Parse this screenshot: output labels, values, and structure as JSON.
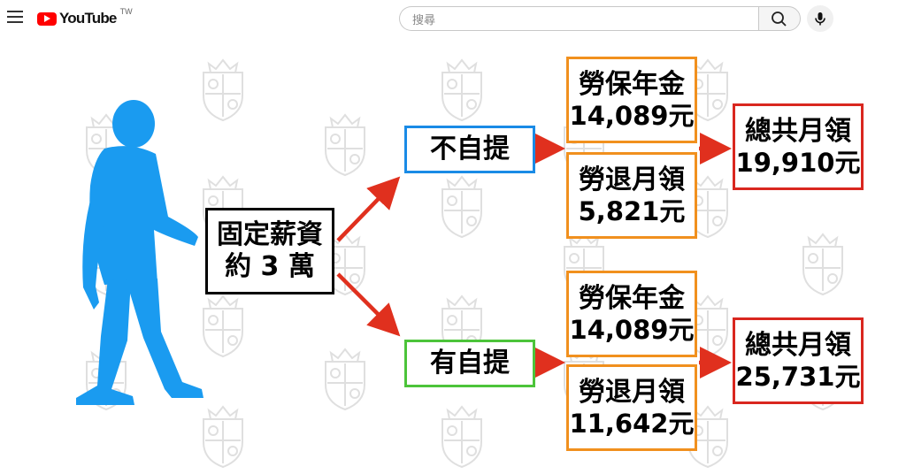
{
  "header": {
    "brand": "YouTube",
    "region": "TW",
    "search_placeholder": "搜尋"
  },
  "diagram": {
    "source": {
      "line1": "固定薪資",
      "line2": "約 3 萬"
    },
    "branches": [
      {
        "option": "不自提",
        "pension": {
          "label": "勞保年金",
          "value": "14,089元"
        },
        "retirement": {
          "label": "勞退月領",
          "value": "5,821元"
        },
        "total": {
          "label": "總共月領",
          "value": "19,910元"
        }
      },
      {
        "option": "有自提",
        "pension": {
          "label": "勞保年金",
          "value": "14,089元"
        },
        "retirement": {
          "label": "勞退月領",
          "value": "11,642元"
        },
        "total": {
          "label": "總共月領",
          "value": "25,731元"
        }
      }
    ]
  },
  "colors": {
    "person": "#1a9bf0",
    "arrow": "#e0301e",
    "source_border": "#000000",
    "option1_border": "#1a8be6",
    "option2_border": "#4cc43a",
    "detail_border": "#f1901e",
    "total_border": "#d9271f",
    "youtube_red": "#ff0000"
  },
  "icons": [
    "menu-icon",
    "youtube-logo-icon",
    "search-icon",
    "microphone-icon",
    "walking-person-icon"
  ]
}
